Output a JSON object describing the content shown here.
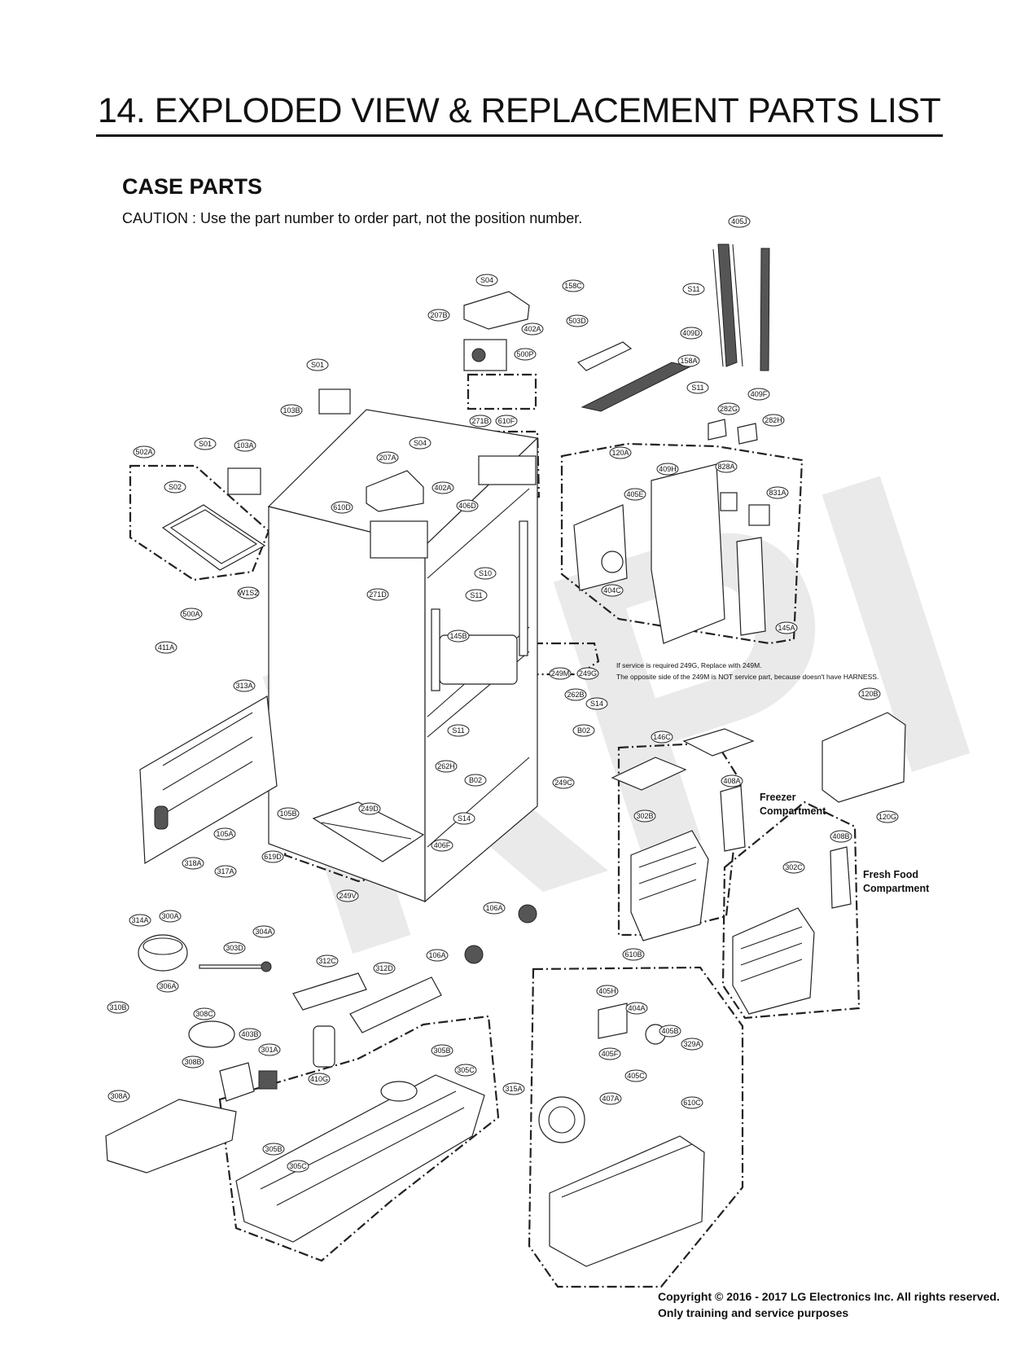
{
  "page": {
    "title": "14. EXPLODED VIEW & REPLACEMENT PARTS LIST",
    "section": "CASE PARTS",
    "caution": "CAUTION : Use the part number to order part, not the position number.",
    "copyright": "Copyright © 2016 - 2017 LG Electronics Inc. All rights reserved. Only training and service purposes",
    "watermark": "RPI"
  },
  "notes": {
    "service_line1": "If service is required 249G, Replace with 249M.",
    "service_line2": "The opposite side of the 249M is NOT service part, because doesn't have HARNESS.",
    "freezer_line1": "Freezer",
    "freezer_line2": "Compartment",
    "fresh_line1": "Fresh Food",
    "fresh_line2": "Compartment"
  },
  "callouts": {
    "c405J": "405J",
    "cS04a": "S04",
    "c158C": "158C",
    "cS11a": "S11",
    "c207B": "207B",
    "c402Aa": "402A",
    "c503D": "503D",
    "c409D": "409D",
    "c500P": "500P",
    "c158A": "158A",
    "cS11b": "S11",
    "c409F": "409F",
    "cS01a": "S01",
    "c103B": "103B",
    "c271B": "271B",
    "c610F": "610F",
    "c282G": "282G",
    "c282H": "282H",
    "c502A": "502A",
    "cS01b": "S01",
    "c103A": "103A",
    "c207A": "207A",
    "cS04b": "S04",
    "c120A": "120A",
    "c409H": "409H",
    "c828A": "828A",
    "cS02": "S02",
    "c610D": "610D",
    "c402Ab": "402A",
    "c406D": "406D",
    "c405E": "405E",
    "c831A": "831A",
    "cS10": "S10",
    "c271D": "271D",
    "cW1S2": "W1S2",
    "cS11c": "S11",
    "c404C": "404C",
    "c145A": "145A",
    "c500A": "500A",
    "c145B": "145B",
    "c411A": "411A",
    "c249M": "249M",
    "c249G": "249G",
    "c313A": "313A",
    "c262Ba": "262B",
    "cS14a": "S14",
    "c120B": "120B",
    "cS11d": "S11",
    "cB02a": "B02",
    "c146C": "146C",
    "c262H": "262H",
    "c249C": "249C",
    "cB02b": "B02",
    "c408A": "408A",
    "c249D": "249D",
    "cS14b": "S14",
    "c105B": "105B",
    "c302B": "302B",
    "c120G": "120G",
    "c105A": "105A",
    "c406F": "406F",
    "c408B": "408B",
    "c318A": "318A",
    "c317A": "317A",
    "c619D": "619D",
    "c302C": "302C",
    "c249V": "249V",
    "c106Aa": "106A",
    "c314A": "314A",
    "c300A": "300A",
    "c304A": "304A",
    "c303D": "303D",
    "c106Ab": "106A",
    "c312C": "312C",
    "c312D": "312D",
    "c306A": "306A",
    "c310B": "310B",
    "c610B": "610B",
    "c405H": "405H",
    "c404A": "404A",
    "c308C": "308C",
    "c403B": "403B",
    "c405B": "405B",
    "c329A": "329A",
    "c405F": "405F",
    "c305Ba": "305B",
    "c301A": "301A",
    "c308B": "308B",
    "c305Ca": "305C",
    "c405C": "405C",
    "c315A": "315A",
    "c410G": "410G",
    "c308A": "308A",
    "c407A": "407A",
    "c610C": "610C",
    "c305Bb": "305B",
    "c305Cb": "305C"
  }
}
